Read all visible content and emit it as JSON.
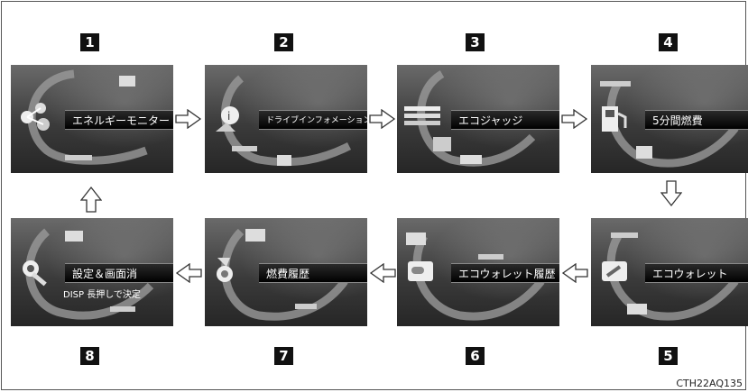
{
  "screens": [
    {
      "num": "1",
      "label": "エネルギーモニター",
      "sub": "",
      "icon": "energy-monitor-icon"
    },
    {
      "num": "2",
      "label": "ドライブインフォメーション",
      "sub": "",
      "icon": "drive-info-icon"
    },
    {
      "num": "3",
      "label": "エコジャッジ",
      "sub": "",
      "icon": "eco-judge-icon"
    },
    {
      "num": "4",
      "label": "5分間燃費",
      "sub": "",
      "icon": "five-minute-fuel-icon"
    },
    {
      "num": "5",
      "label": "エコウォレット",
      "sub": "",
      "icon": "eco-wallet-icon"
    },
    {
      "num": "6",
      "label": "エコウォレット履歴",
      "sub": "",
      "icon": "eco-wallet-history-icon"
    },
    {
      "num": "7",
      "label": "燃費履歴",
      "sub": "",
      "icon": "fuel-history-icon"
    },
    {
      "num": "8",
      "label": "設定＆画面消",
      "sub": "DISP 長押しで決定",
      "icon": "settings-icon"
    }
  ],
  "figure_code": "CTH22AQ135"
}
